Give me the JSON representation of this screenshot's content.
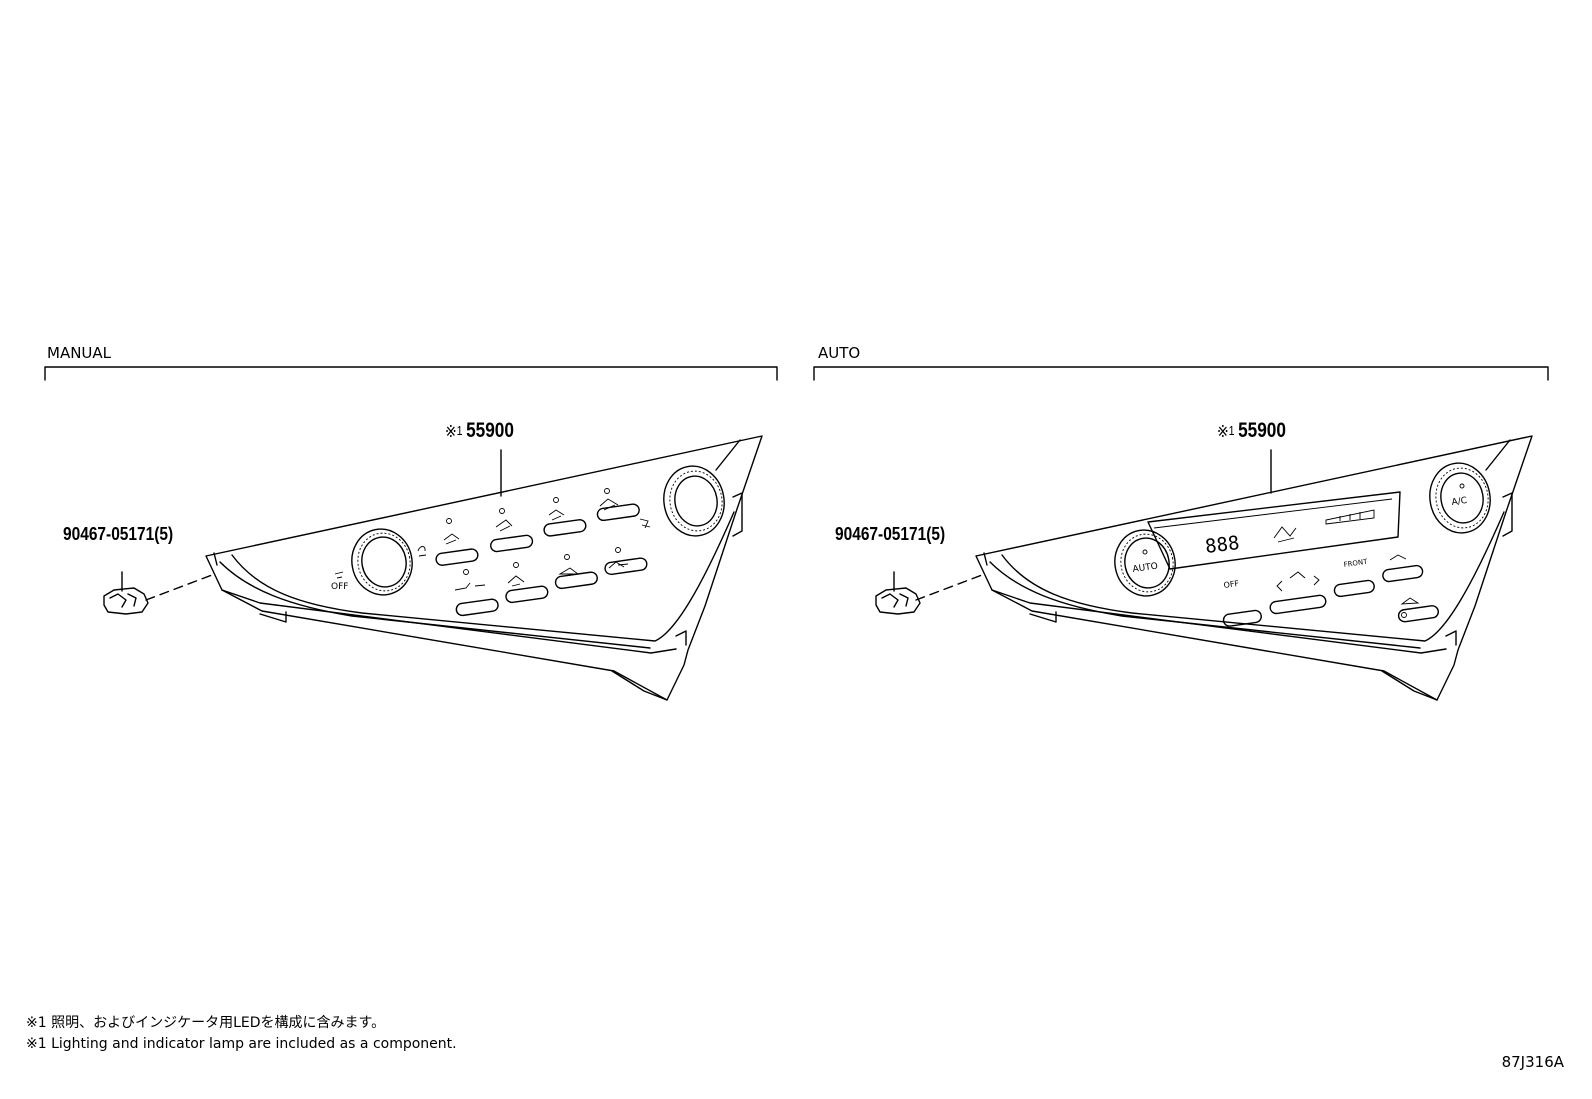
{
  "sections": [
    {
      "label": "MANUAL",
      "callout": {
        "mark": "※",
        "sub": "1",
        "part": "55900"
      },
      "clip": "90467-05171(5)",
      "panel_text": {
        "knob_label": "OFF"
      }
    },
    {
      "label": "AUTO",
      "callout": {
        "mark": "※",
        "sub": "1",
        "part": "55900"
      },
      "clip": "90467-05171(5)",
      "panel_text": {
        "left_knob": "AUTO",
        "right_knob": "A/C",
        "display": "888",
        "front": "FRONT",
        "off": "OFF"
      }
    }
  ],
  "notes": {
    "ja": "※1 照明、およびインジケータ用LEDを構成に含みます。",
    "en": "※1 Lighting and indicator lamp are included as a component."
  },
  "figure_ref": "87J316A"
}
